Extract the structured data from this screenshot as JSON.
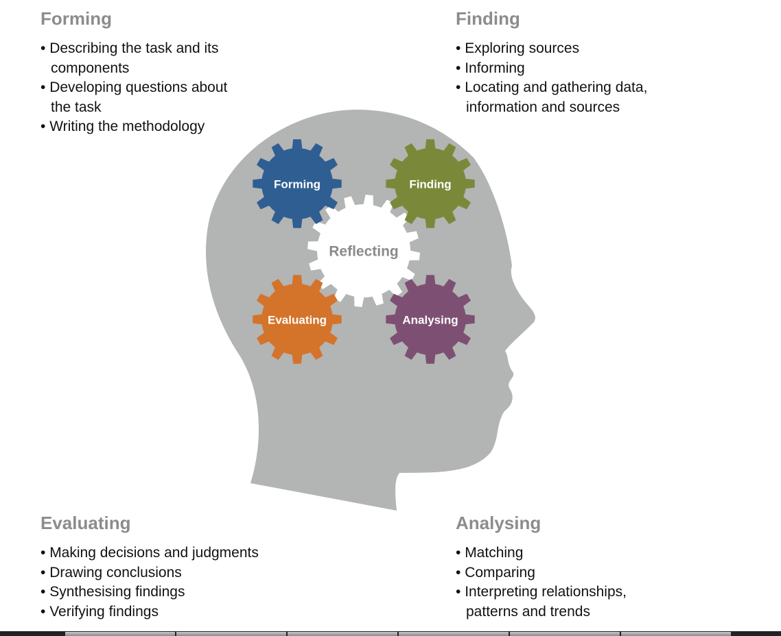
{
  "sections": {
    "forming": {
      "title": "Forming",
      "items": [
        "Describing the task and its components",
        "Developing questions about the task",
        "Writing the methodology"
      ]
    },
    "finding": {
      "title": "Finding",
      "items": [
        "Exploring sources",
        "Informing",
        "Locating and gathering data, information and sources"
      ]
    },
    "evaluating": {
      "title": "Evaluating",
      "items": [
        "Making decisions and judgments",
        "Drawing conclusions",
        "Synthesising findings",
        "Verifying findings"
      ]
    },
    "analysing": {
      "title": "Analysing",
      "items": [
        "Matching",
        "Comparing",
        "Interpreting relationships, patterns and trends"
      ]
    }
  },
  "gears": [
    {
      "label": "Forming",
      "color": "#2f5e92"
    },
    {
      "label": "Finding",
      "color": "#7a8939"
    },
    {
      "label": "Reflecting",
      "color": "#ffffff"
    },
    {
      "label": "Evaluating",
      "color": "#d4732a"
    },
    {
      "label": "Analysing",
      "color": "#7d5073"
    }
  ],
  "colors": {
    "head": "#b3b4b4",
    "heading": "#8c8c8c"
  }
}
